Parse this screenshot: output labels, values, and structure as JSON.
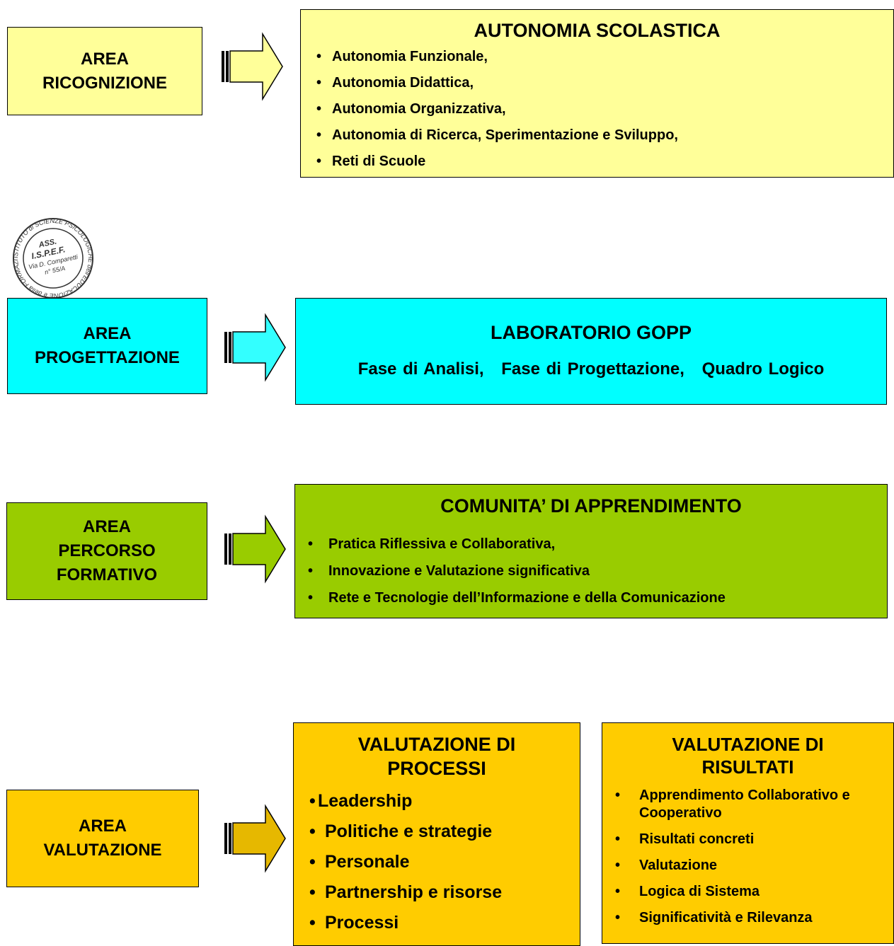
{
  "sections": {
    "ricognizione": {
      "area_lines": [
        "AREA",
        "RICOGNIZIONE"
      ],
      "title": "AUTONOMIA SCOLASTICA",
      "items": [
        "Autonomia Funzionale,",
        "Autonomia Didattica,",
        "Autonomia Organizzativa,",
        "Autonomia di Ricerca, Sperimentazione e Sviluppo,",
        "Reti di Scuole"
      ]
    },
    "progettazione": {
      "area_lines": [
        "AREA",
        "PROGETTAZIONE"
      ],
      "title": "LABORATORIO GOPP",
      "phases": [
        "Fase di Analisi,",
        "Fase di Progettazione,",
        "Quadro Logico"
      ]
    },
    "formativo": {
      "area_lines": [
        "AREA",
        "PERCORSO",
        "FORMATIVO"
      ],
      "title": "COMUNITA’ DI APPRENDIMENTO",
      "items": [
        "Pratica Riflessiva e Collaborativa,",
        "Innovazione e Valutazione significativa",
        "Rete e Tecnologie dell’Informazione e della Comunicazione"
      ]
    },
    "valutazione": {
      "area_lines": [
        "AREA",
        "VALUTAZIONE"
      ],
      "processi": {
        "title_lines": [
          "VALUTAZIONE DI",
          "PROCESSI"
        ],
        "items": [
          "Leadership",
          "Politiche e strategie",
          "Personale",
          "Partnership e risorse",
          "Processi"
        ]
      },
      "risultati": {
        "title_lines": [
          "VALUTAZIONE DI",
          "RISULTATI"
        ],
        "items": [
          "Apprendimento Collaborativo e Cooperativo",
          "Risultati concreti",
          "Valutazione",
          "Logica di Sistema",
          "Significatività e Rilevanza"
        ]
      }
    }
  },
  "stamp": {
    "arc_text": "ISTITUTO di SCIENZE PSICOLOGICHE dell'EDUCAZIONE e della FORMAZIONE",
    "lines": [
      "ASS.",
      "I.S.P.E.F.",
      "Via D. Comparetti",
      "n° 55/A"
    ]
  },
  "bullet_char": "•",
  "colors": {
    "yellow": "#ffff99",
    "cyan": "#00ffff",
    "green": "#99cc00",
    "gold": "#ffcc00",
    "arrow_yellow": "#ffff99",
    "arrow_cyan": "#33ffff",
    "arrow_green": "#99cc00",
    "arrow_gold": "#e6b800"
  }
}
